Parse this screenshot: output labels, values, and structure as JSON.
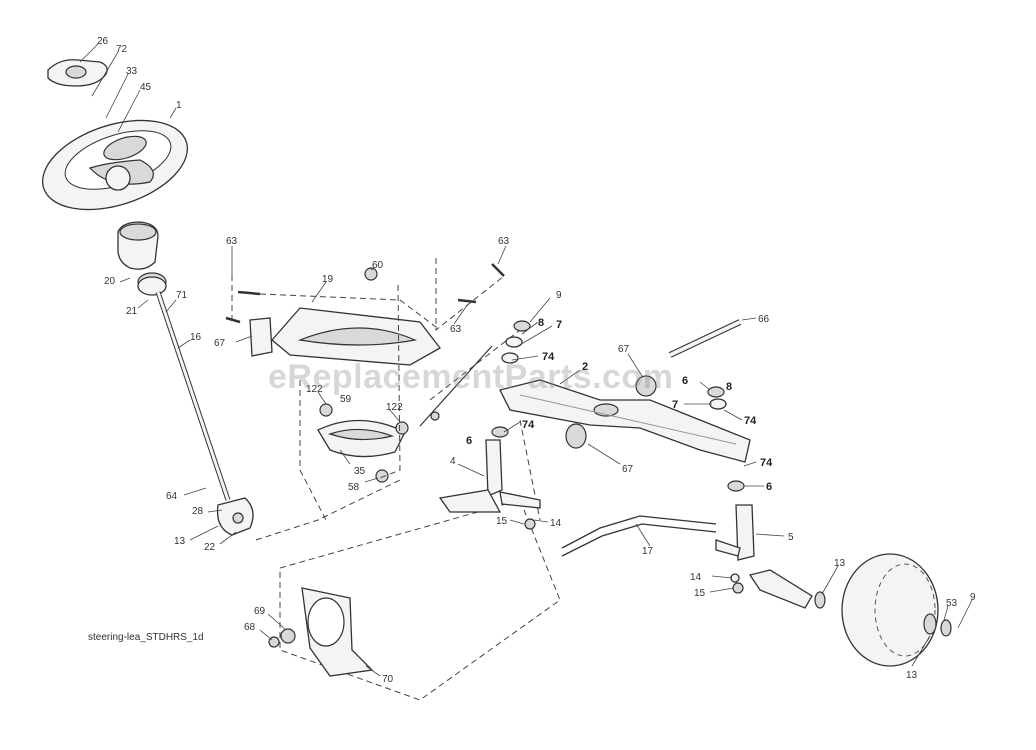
{
  "watermark": "eReplacementParts.com",
  "diagram_id": "steering-lea_STDHRS_1d",
  "labels": {
    "p26": "26",
    "p72": "72",
    "p33": "33",
    "p45": "45",
    "p1": "1",
    "p20": "20",
    "p21": "21",
    "p71": "71",
    "p16": "16",
    "p64": "64",
    "p28": "28",
    "p13a": "13",
    "p22": "22",
    "p63a": "63",
    "p19": "19",
    "p60": "60",
    "p63b": "63",
    "p63c": "63",
    "p67a": "67",
    "p122a": "122",
    "p59": "59",
    "p122b": "122",
    "p35": "35",
    "p58": "58",
    "p9a": "9",
    "p8a": "8",
    "p7a": "7",
    "p74a": "74",
    "p2": "2",
    "p74b": "74",
    "p6a": "6",
    "p4": "4",
    "p15a": "15",
    "p14a": "14",
    "p66": "66",
    "p67b": "67",
    "p6b": "6",
    "p8b": "8",
    "p7b": "7",
    "p74c": "74",
    "p67c": "67",
    "p74d": "74",
    "p6c": "6",
    "p5": "5",
    "p17": "17",
    "p14b": "14",
    "p15b": "15",
    "p13b": "13",
    "p53": "53",
    "p9b": "9",
    "p13c": "13",
    "p69": "69",
    "p68": "68",
    "p70": "70"
  }
}
